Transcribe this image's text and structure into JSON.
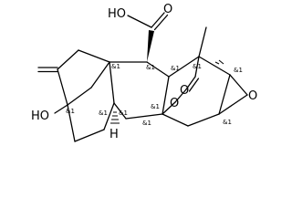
{
  "molecule": {
    "atom_labels": {
      "carboxyl_oh": "HO",
      "carbonyl_o": "O",
      "lactone_o_upper": "O",
      "lactone_o_ring": "O",
      "epoxide_o": "O",
      "hydroxyl": "HO",
      "stereo_hydrogen": "H"
    },
    "stereo_descriptors": {
      "s1": "&1",
      "s2": "&1",
      "s3": "&1",
      "s4": "&1",
      "s5": "&1",
      "s6": "&1",
      "s7": "&1",
      "s8": "&1",
      "s9": "&1",
      "s10": "&1",
      "s11": "&1"
    }
  }
}
